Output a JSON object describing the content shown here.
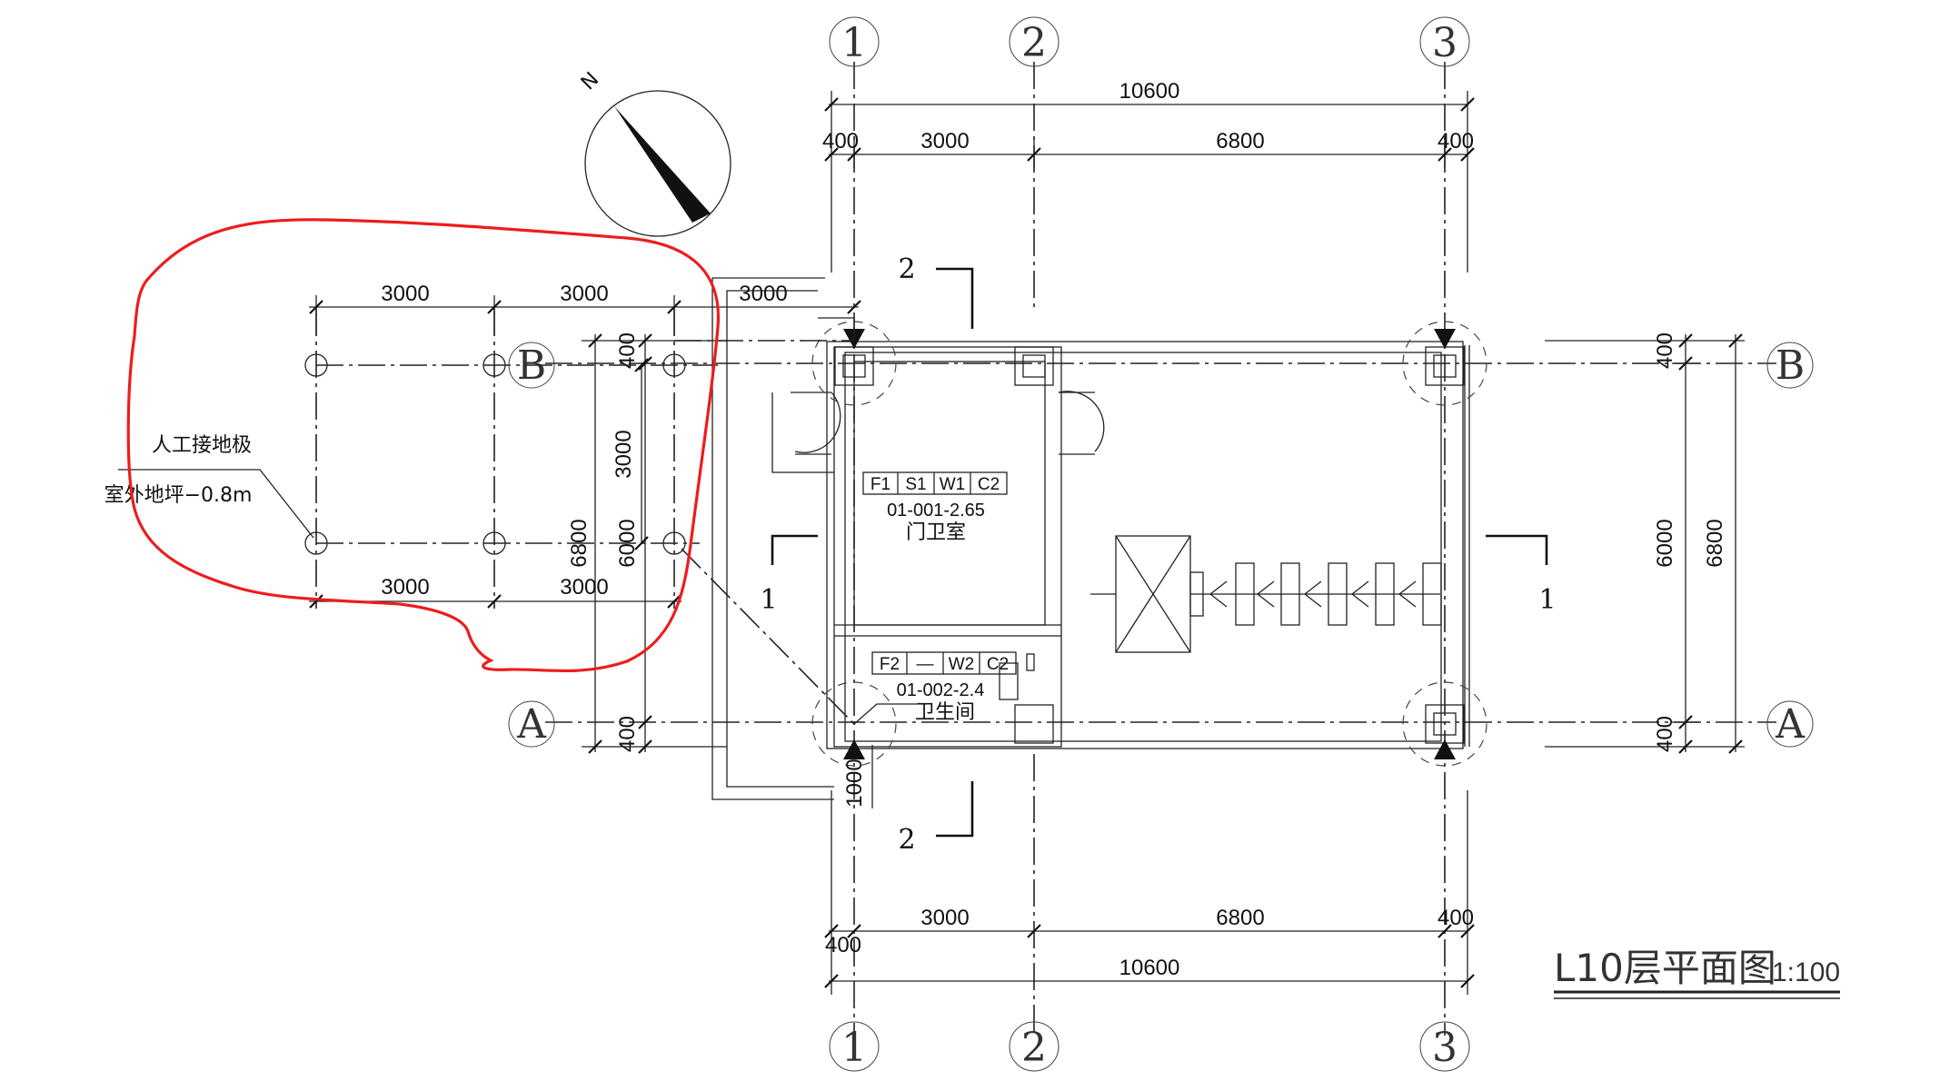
{
  "drawing": {
    "title": "L10层平面图",
    "scale": "1:100",
    "north_label": "N",
    "grid_columns": [
      "1",
      "2",
      "3"
    ],
    "grid_rows": [
      "B",
      "A"
    ],
    "section_labels": [
      "1",
      "2"
    ],
    "dimensions": {
      "overall_width": "10600",
      "span_1_2": "3000",
      "span_2_3": "6800",
      "edge_offset": "400",
      "overall_depth": "6800",
      "axis_depth": "6000",
      "canopy_offset": "1000",
      "ground_spacing": "3000"
    },
    "rooms": [
      {
        "tags": [
          "F1",
          "S1",
          "W1",
          "C2"
        ],
        "code": "01-001-2.65",
        "name": "门卫室"
      },
      {
        "tags": [
          "F2",
          "—",
          "W2",
          "C2"
        ],
        "code": "01-002-2.4",
        "name": "卫生间"
      }
    ],
    "annotations": {
      "grounding_plate": "人工接地极",
      "depth_note": "室外地坪−0.8m"
    },
    "markup_color": "#ee1c1c"
  }
}
